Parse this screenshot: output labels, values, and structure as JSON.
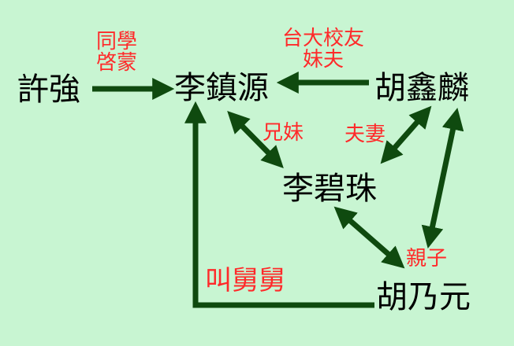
{
  "people": {
    "xu_qiang": "許強",
    "li_zhenyuan": "李鎮源",
    "hu_xinlin": "胡鑫麟",
    "li_bizhu": "李碧珠",
    "hu_naiyuan": "胡乃元"
  },
  "relations": {
    "classmate_line1": "同學",
    "classmate_line2": "啓蒙",
    "alumni_line1": "台大校友",
    "alumni_line2": "妹夫",
    "siblings": "兄妹",
    "spouses": "夫妻",
    "parent_child": "親子",
    "uncle": "叫舅舅"
  },
  "colors": {
    "background": "#c8f5d2",
    "arrow": "#0f4a0f",
    "relation_text": "#ff2a2a",
    "node_text": "#000000"
  }
}
